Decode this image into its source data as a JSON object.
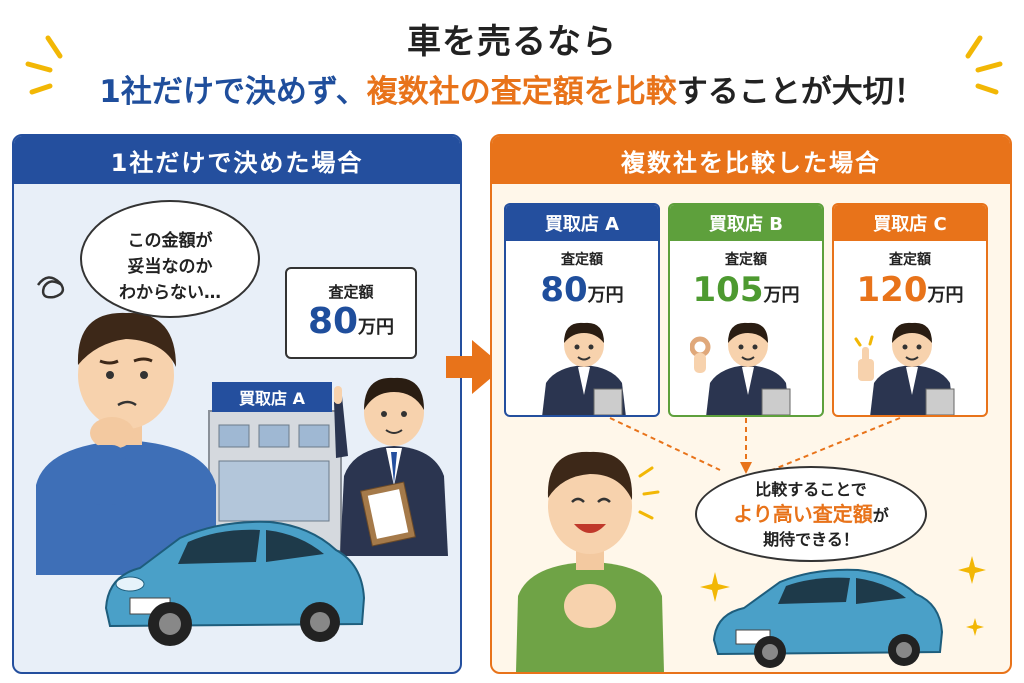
{
  "header": {
    "line1": "車を売るなら",
    "line2_part1": "1社だけで決めず、",
    "line2_part2": "複数社の査定額を比較",
    "line2_part3": "することが大切！"
  },
  "left_panel": {
    "title": "1社だけで決めた場合",
    "thought_line1": "この金額が",
    "thought_line2": "妥当なのか",
    "thought_line3": "わからない…",
    "quote_label": "査定額",
    "quote_amount": "80",
    "quote_unit": "万円",
    "shop_sign": "買取店 A"
  },
  "right_panel": {
    "title": "複数社を比較した場合",
    "stores": [
      {
        "name": "買取店 A",
        "label": "査定額",
        "amount": "80",
        "unit": "万円"
      },
      {
        "name": "買取店 B",
        "label": "査定額",
        "amount": "105",
        "unit": "万円"
      },
      {
        "name": "買取店 C",
        "label": "査定額",
        "amount": "120",
        "unit": "万円"
      }
    ],
    "bubble_line1": "比較することで",
    "bubble_highlight": "より高い査定額",
    "bubble_suffix": "が",
    "bubble_line3": "期待できる！"
  },
  "colors": {
    "blue": "#244f9e",
    "orange": "#e8731a",
    "green": "#5ea03c",
    "car": "#4aa0c8"
  },
  "icons": [
    "confused-scribble-icon",
    "arrow-right-icon",
    "sparkle-icon",
    "thumbs-up-icon",
    "ok-hand-icon"
  ]
}
